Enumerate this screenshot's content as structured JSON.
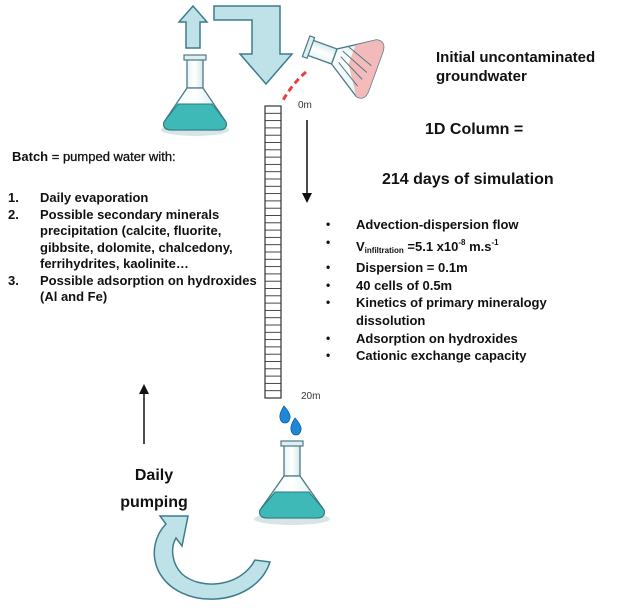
{
  "labels": {
    "initial_line1": "Initial uncontaminated",
    "initial_line2": "groundwater",
    "column": "1D Column =",
    "days": "214 days of simulation",
    "batch_bold": "Batch",
    "batch_rest": " = pumped water with:",
    "depth_top": "0m",
    "depth_bottom": "20m",
    "pumping_line1": "Daily",
    "pumping_line2": "pumping"
  },
  "batch_items": [
    {
      "num": "1.",
      "text": "Daily evaporation"
    },
    {
      "num": "2.",
      "text": "Possible secondary minerals precipitation (calcite, fluorite, gibbsite, dolomite, chalcedony, ferrihydrites, kaolinite…"
    },
    {
      "num": "3.",
      "text": "Possible adsorption on hydroxides (Al and Fe)"
    }
  ],
  "column_items": [
    {
      "text": "Advection-dispersion flow"
    },
    {
      "v_main": "V",
      "v_sub": "infiltration",
      "v_value": " =5.1 x10",
      "v_exp": "-8",
      "v_unit": " m.s",
      "v_unit_exp": "-1"
    },
    {
      "text": "Dispersion = 0.1m"
    },
    {
      "text": "40 cells of 0.5m"
    },
    {
      "text": "Kinetics of primary mineralogy dissolution"
    },
    {
      "text": "Adsorption on hydroxides"
    },
    {
      "text": "Cationic exchange capacity"
    }
  ],
  "colors": {
    "arrow_fill": "#bfe2e8",
    "arrow_stroke": "#3c7c8c",
    "liquid": "#3fb8b8",
    "flask_pink": "#f4b4b4",
    "drop": "#1e88d8",
    "dash_red": "#e84040"
  },
  "icons": [
    "flask-icon",
    "tilted-flask-icon",
    "water-drop-icon",
    "up-arrow-icon",
    "down-arrow-icon"
  ]
}
